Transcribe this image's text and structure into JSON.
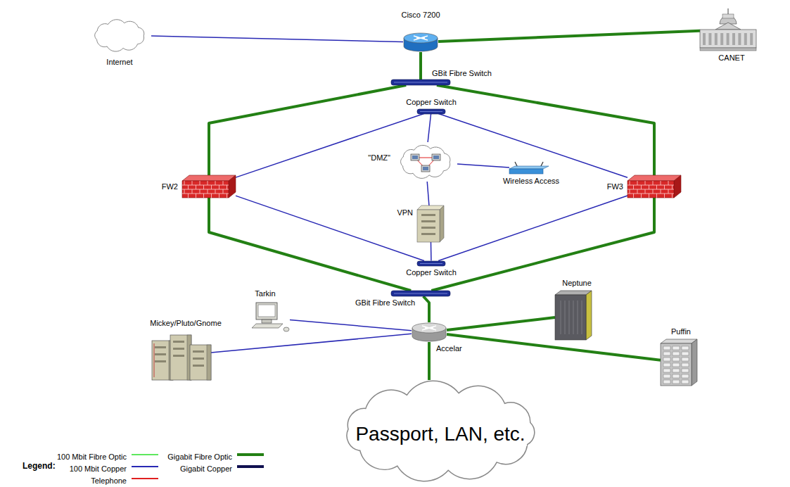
{
  "diagram": {
    "nodes": [
      {
        "text": [
          "Cisco 7200"
        ]
      },
      {
        "text": [
          "Internet"
        ]
      },
      {
        "text": [
          "CANET"
        ]
      },
      {
        "text": [
          "GBit Fibre Switch"
        ]
      },
      {
        "text": [
          "Copper Switch"
        ]
      },
      {
        "text": [
          "FW2"
        ]
      },
      {
        "text": [
          "\"DMZ\""
        ]
      },
      {
        "text": [
          "Wireless Access"
        ]
      },
      {
        "text": [
          "FW3"
        ]
      },
      {
        "text": [
          "VPN"
        ]
      },
      {
        "text": [
          "Copper Switch"
        ]
      },
      {
        "text": [
          "Tarkin"
        ]
      },
      {
        "text": [
          "Neptune"
        ]
      },
      {
        "text": [
          "GBit Fibre Switch"
        ]
      },
      {
        "text": [
          "Mickey/Pluto/Gnome"
        ]
      },
      {
        "text": [
          "Accelar"
        ]
      },
      {
        "text": [
          "Puffin"
        ]
      },
      {
        "text": [
          "Passport, LAN, etc."
        ]
      }
    ],
    "edges": [
      {
        "from": 1,
        "to": 0,
        "arrow": "none"
      },
      {
        "from": 0,
        "to": 2,
        "arrow": "none"
      },
      {
        "from": 0,
        "to": 3,
        "arrow": "none"
      },
      {
        "from": 3,
        "to": 5,
        "arrow": "none"
      },
      {
        "from": 3,
        "to": 8,
        "arrow": "none"
      },
      {
        "from": 4,
        "to": 5,
        "arrow": "none"
      },
      {
        "from": 4,
        "to": 8,
        "arrow": "none"
      },
      {
        "from": 4,
        "to": 6,
        "arrow": "none"
      },
      {
        "from": 6,
        "to": 7,
        "arrow": "none"
      },
      {
        "from": 6,
        "to": 9,
        "arrow": "none"
      },
      {
        "from": 9,
        "to": 10,
        "arrow": "none"
      },
      {
        "from": 5,
        "to": 10,
        "arrow": "none"
      },
      {
        "from": 8,
        "to": 10,
        "arrow": "none"
      },
      {
        "from": 5,
        "to": 13,
        "arrow": "none"
      },
      {
        "from": 8,
        "to": 13,
        "arrow": "none"
      },
      {
        "from": 13,
        "to": 15,
        "arrow": "none"
      },
      {
        "from": 11,
        "to": 15,
        "arrow": "none"
      },
      {
        "from": 14,
        "to": 15,
        "arrow": "none"
      },
      {
        "from": 12,
        "to": 15,
        "arrow": "none"
      },
      {
        "from": 16,
        "to": 15,
        "arrow": "none"
      },
      {
        "from": 15,
        "to": 17,
        "arrow": "none"
      }
    ],
    "labels": [
      "Legend:"
    ],
    "legend": [
      {
        "text": "100 Mbit Fibre Optic"
      },
      {
        "text": "100 Mbit Copper"
      },
      {
        "text": "Telephone"
      },
      {
        "text": "Gigabit Fibre Optic"
      },
      {
        "text": "Gigabit Copper"
      }
    ]
  }
}
